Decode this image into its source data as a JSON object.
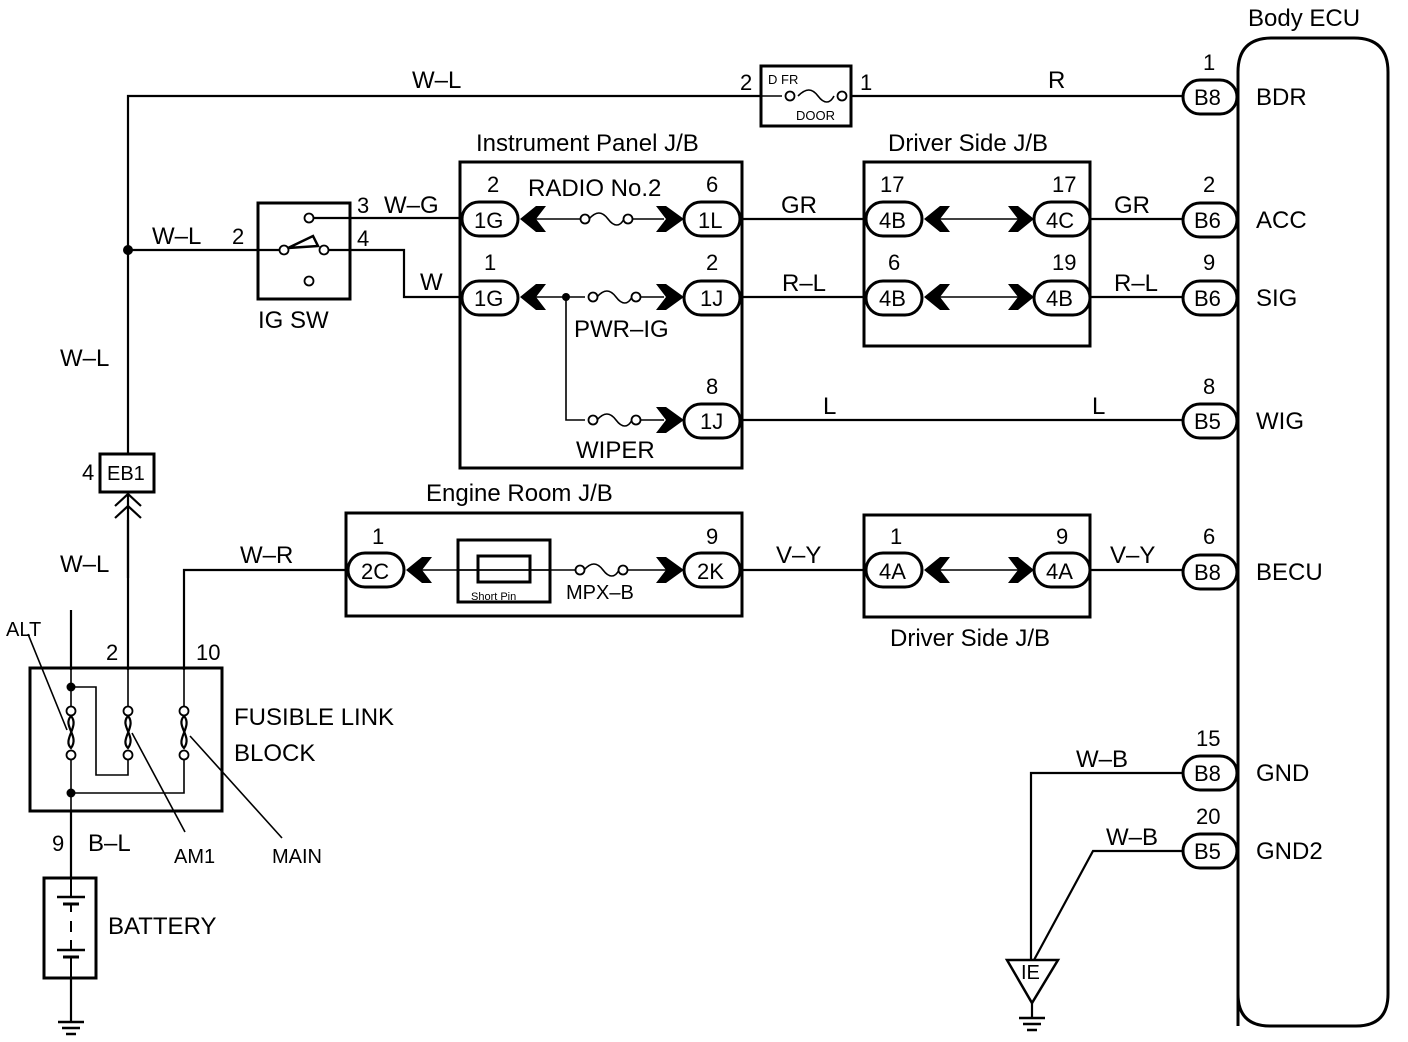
{
  "title": "Body ECU power source wiring diagram",
  "components": {
    "body_ecu": {
      "label": "Body ECU",
      "terminals": [
        {
          "name": "BDR",
          "connector": "B8",
          "pin": "1",
          "wire": "R"
        },
        {
          "name": "ACC",
          "connector": "B6",
          "pin": "2",
          "wire": "GR"
        },
        {
          "name": "SIG",
          "connector": "B6",
          "pin": "9",
          "wire": "R-L"
        },
        {
          "name": "WIG",
          "connector": "B5",
          "pin": "8",
          "wire": "L"
        },
        {
          "name": "BECU",
          "connector": "B8",
          "pin": "6",
          "wire": "V-Y"
        },
        {
          "name": "GND",
          "connector": "B8",
          "pin": "15",
          "wire": "W-B"
        },
        {
          "name": "GND2",
          "connector": "B5",
          "pin": "20",
          "wire": "W-B"
        }
      ]
    },
    "dfr_fuse": {
      "top_label": "D FR",
      "bottom_label": "DOOR",
      "pin_in": "2",
      "pin_out": "1",
      "wire_in": "W–L",
      "wire_out": "R"
    },
    "ig_sw": {
      "label": "IG SW",
      "pin_in": "2",
      "pin_acc": "3",
      "pin_ig": "4",
      "wire_in": "W–L",
      "wire_acc": "W–G",
      "wire_ig": "W"
    },
    "instrument_panel_jb": {
      "label": "Instrument Panel J/B",
      "fuses": [
        "RADIO No.2",
        "PWR–IG",
        "WIPER"
      ],
      "connectors": [
        {
          "id": "1G",
          "pin": "2"
        },
        {
          "id": "1L",
          "pin": "6"
        },
        {
          "id": "1G",
          "pin": "1"
        },
        {
          "id": "1J",
          "pin": "2"
        },
        {
          "id": "1J",
          "pin": "8"
        }
      ]
    },
    "driver_side_jb_top": {
      "label": "Driver Side J/B",
      "connectors": [
        {
          "id": "4B",
          "pin": "17"
        },
        {
          "id": "4C",
          "pin": "17"
        },
        {
          "id": "4B",
          "pin": "6"
        },
        {
          "id": "4B",
          "pin": "19"
        }
      ]
    },
    "engine_room_jb": {
      "label": "Engine Room J/B",
      "short_pin": "Short Pin",
      "fuse": "MPX–B",
      "connectors": [
        {
          "id": "2C",
          "pin": "1"
        },
        {
          "id": "2K",
          "pin": "9"
        }
      ]
    },
    "driver_side_jb_bottom": {
      "label": "Driver Side J/B",
      "connectors": [
        {
          "id": "4A",
          "pin": "1"
        },
        {
          "id": "4A",
          "pin": "9"
        }
      ]
    },
    "eb1": {
      "label": "EB1",
      "pin": "4"
    },
    "fusible_link_block": {
      "label_line1": "FUSIBLE LINK",
      "label_line2": "BLOCK",
      "links": [
        "ALT",
        "AM1",
        "MAIN"
      ],
      "pin_am1": "2",
      "pin_main": "10",
      "pin_bat": "9"
    },
    "battery": {
      "label": "BATTERY"
    },
    "ground": {
      "label": "IE"
    }
  },
  "wires": {
    "wl_top": "W–L",
    "r_bdr": "R",
    "wl_ig": "W–L",
    "wl_vert": "W–L",
    "wl_low": "W–L",
    "gr1": "GR",
    "gr2": "GR",
    "rl1": "R–L",
    "rl2": "R–L",
    "l1": "L",
    "l2": "L",
    "wr": "W–R",
    "vy1": "V–Y",
    "vy2": "V–Y",
    "wb1": "W–B",
    "wb2": "W–B",
    "bl": "B–L"
  }
}
